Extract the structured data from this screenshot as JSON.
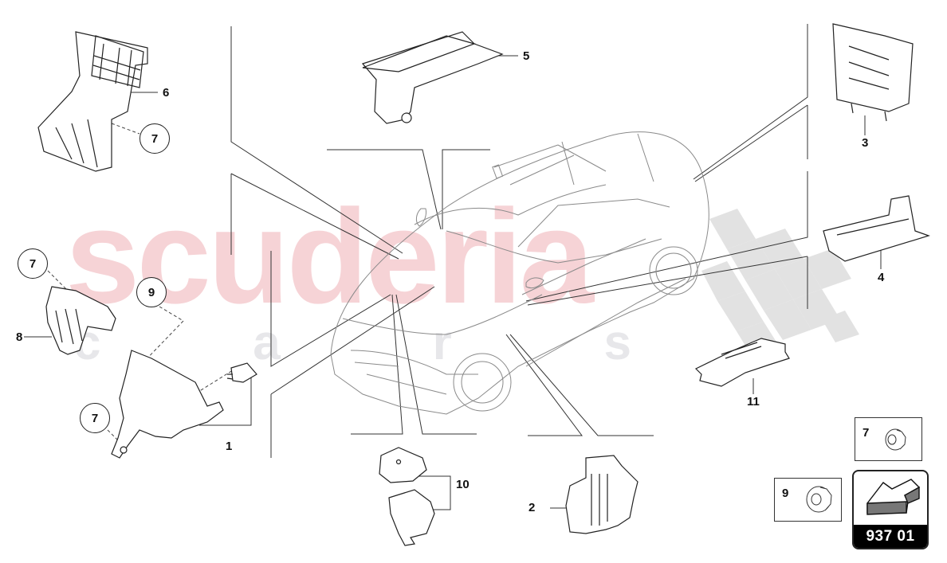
{
  "diagram": {
    "type": "exploded-parts-diagram",
    "subject": "SUV electrical components (fuse boxes / relay carriers) with callouts",
    "watermark": {
      "main": "scuderia",
      "sub": [
        "c",
        "a",
        "r",
        "s"
      ],
      "main_color": "#f6d3d6",
      "sub_color": "#e7e7ea"
    },
    "callouts": [
      {
        "id": "1",
        "label": "1",
        "style": "plain"
      },
      {
        "id": "2",
        "label": "2",
        "style": "plain"
      },
      {
        "id": "3",
        "label": "3",
        "style": "plain"
      },
      {
        "id": "4",
        "label": "4",
        "style": "plain"
      },
      {
        "id": "5",
        "label": "5",
        "style": "plain"
      },
      {
        "id": "6",
        "label": "6",
        "style": "plain"
      },
      {
        "id": "7a",
        "label": "7",
        "style": "circled"
      },
      {
        "id": "7b",
        "label": "7",
        "style": "circled"
      },
      {
        "id": "7c",
        "label": "7",
        "style": "circled"
      },
      {
        "id": "8",
        "label": "8",
        "style": "plain"
      },
      {
        "id": "9",
        "label": "9",
        "style": "circled"
      },
      {
        "id": "10",
        "label": "10",
        "style": "plain"
      },
      {
        "id": "11",
        "label": "11",
        "style": "plain"
      }
    ],
    "detail_boxes": [
      {
        "label": "7",
        "part": "flange-nut"
      },
      {
        "label": "9",
        "part": "flange-nut"
      }
    ],
    "reference_badge": {
      "code": "937 01",
      "icon": "arrow-pointer-icon"
    }
  }
}
